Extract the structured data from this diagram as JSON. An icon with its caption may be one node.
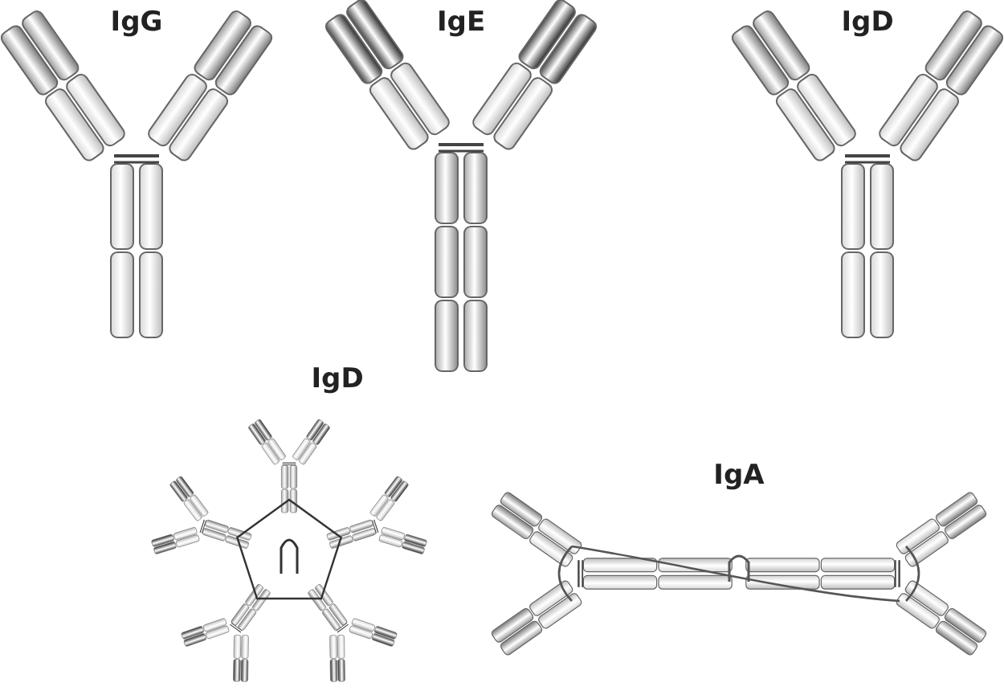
{
  "diagram": {
    "labels": [
      "IgG",
      "IgE",
      "IgD",
      "IgD",
      "IgA"
    ]
  }
}
